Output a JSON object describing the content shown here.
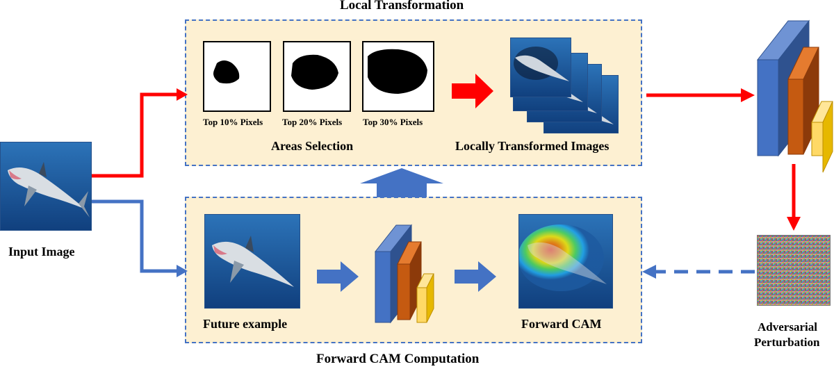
{
  "titles": {
    "local_transformation": "Local Transformation",
    "forward_cam_computation": "Forward CAM Computation"
  },
  "labels": {
    "input_image": "Input Image",
    "areas_selection": "Areas Selection",
    "locally_transformed_images": "Locally Transformed Images",
    "future_example": "Future example",
    "forward_cam": "Forward CAM",
    "adversarial_line1": "Adversarial",
    "adversarial_line2": "Perturbation"
  },
  "masks": [
    {
      "caption": "Top 10% Pixels"
    },
    {
      "caption": "Top 20% Pixels"
    },
    {
      "caption": "Top 30% Pixels"
    }
  ],
  "colors": {
    "panel_fill": "#fdf0d2",
    "panel_border": "#4472c4",
    "red_path": "#ff0000",
    "blue_path": "#4472c4",
    "cnn_blue": "#4472c4",
    "cnn_orange": "#c55a11",
    "cnn_yellow": "#ffd966",
    "shark_water": "#1d5aa0"
  }
}
